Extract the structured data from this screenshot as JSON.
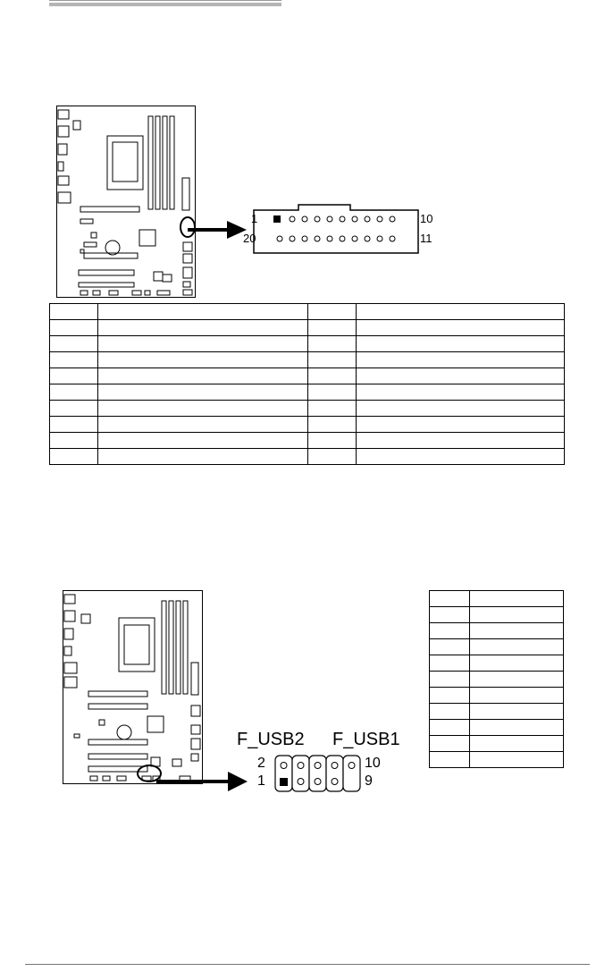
{
  "jfp_header": {
    "pin_labels": {
      "top_left": "1",
      "top_right": "10",
      "bottom_left": "20",
      "bottom_right": "11"
    }
  },
  "pin_table_1": {
    "rows": [
      [
        "",
        "",
        "",
        ""
      ],
      [
        "",
        "",
        "",
        ""
      ],
      [
        "",
        "",
        "",
        ""
      ],
      [
        "",
        "",
        "",
        ""
      ],
      [
        "",
        "",
        "",
        ""
      ],
      [
        "",
        "",
        "",
        ""
      ],
      [
        "",
        "",
        "",
        ""
      ],
      [
        "",
        "",
        "",
        ""
      ],
      [
        "",
        "",
        "",
        ""
      ],
      [
        "",
        "",
        "",
        ""
      ]
    ]
  },
  "usb_header": {
    "label_left": "F_USB2",
    "label_right": "F_USB1",
    "pin_labels": {
      "top_left": "2",
      "bottom_left": "1",
      "top_right": "10",
      "bottom_right": "9"
    }
  },
  "pin_table_2": {
    "rows": [
      [
        "",
        ""
      ],
      [
        "",
        ""
      ],
      [
        "",
        ""
      ],
      [
        "",
        ""
      ],
      [
        "",
        ""
      ],
      [
        "",
        ""
      ],
      [
        "",
        ""
      ],
      [
        "",
        ""
      ],
      [
        "",
        ""
      ],
      [
        "",
        ""
      ],
      [
        "",
        ""
      ]
    ]
  }
}
